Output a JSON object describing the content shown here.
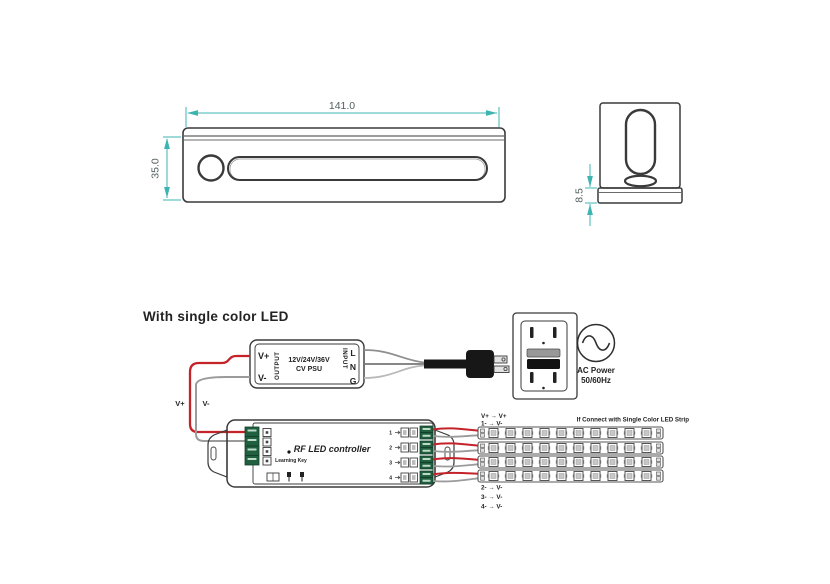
{
  "colors": {
    "dimension": "#3cb4b0",
    "outline": "#3a3a3a",
    "wire_red": "#c4232a",
    "wire_gray": "#9b9b9b",
    "terminal_green": "#20603f"
  },
  "dimension_views": {
    "front": {
      "width_label": "141.0",
      "height_label": "35.0"
    },
    "side": {
      "thickness_label": "8.5"
    }
  },
  "wiring": {
    "title": "With single color LED",
    "psu": {
      "output_plus": "V+",
      "output_minus": "V-",
      "output_label": "OUTPUT",
      "spec_line1": "12V/24V/36V",
      "spec_line2": "CV PSU",
      "input_label": "INPUT",
      "input_live": "L",
      "input_neutral": "N",
      "input_ground": "G"
    },
    "dc_bus": {
      "plus": "V+",
      "minus": "V-"
    },
    "ac": {
      "line1": "AC Power",
      "line2": "50/60Hz"
    },
    "controller": {
      "title": "RF LED controller",
      "learning_key": "Learning Key",
      "channels": [
        "1",
        "2",
        "3",
        "4"
      ]
    },
    "strips": {
      "note": "If Connect with Single Color LED Strip",
      "top_labels": [
        "V+ → V+",
        "1- → V-"
      ],
      "bottom_labels": [
        "2- → V-",
        "3- → V-",
        "4- → V-"
      ]
    }
  }
}
